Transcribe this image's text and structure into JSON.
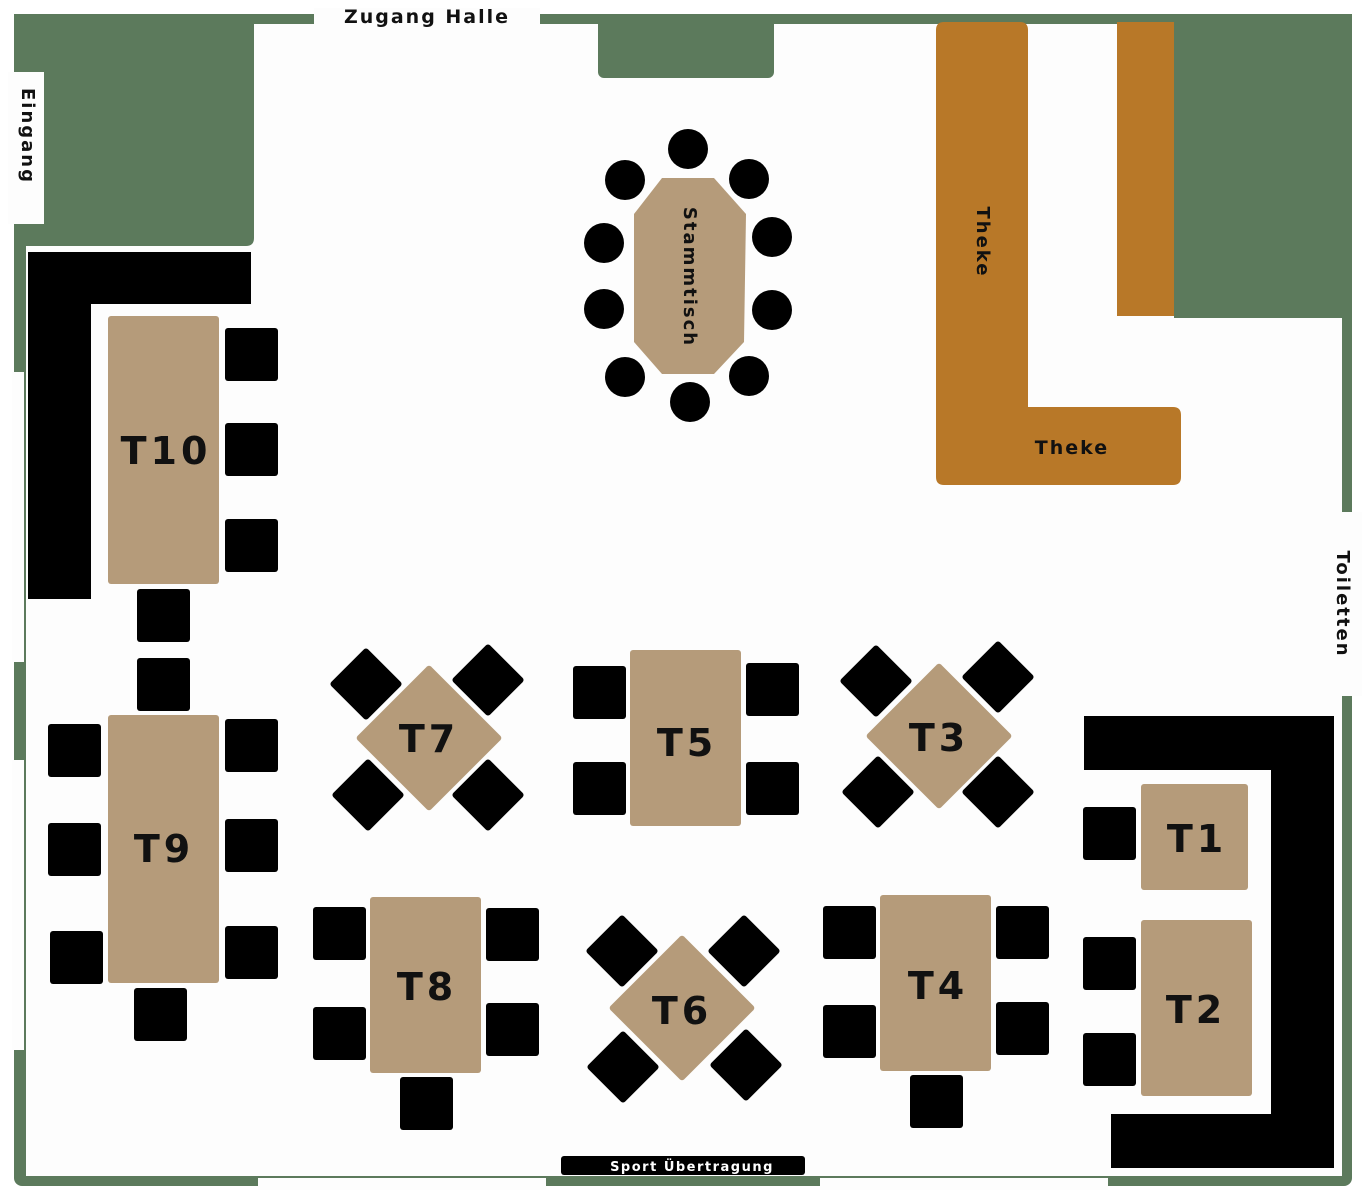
{
  "colors": {
    "wall": "#5c7a5c",
    "floor": "#fdfdfd",
    "table": "#b59b7a",
    "chair": "#000000",
    "bar": "#b87828",
    "text": "#111111",
    "sign_text": "#ffffff"
  },
  "labels": {
    "entrance": "Eingang",
    "hall_access": "Zugang Halle",
    "toilets": "Toiletten",
    "regulars_table": "Stammtisch",
    "bar_vertical": "Theke",
    "bar_horizontal": "Theke",
    "sports_tv": "Sport Übertragung"
  },
  "tables": {
    "t1": "T1",
    "t2": "T2",
    "t3": "T3",
    "t4": "T4",
    "t5": "T5",
    "t6": "T6",
    "t7": "T7",
    "t8": "T8",
    "t9": "T9",
    "t10": "T10"
  }
}
